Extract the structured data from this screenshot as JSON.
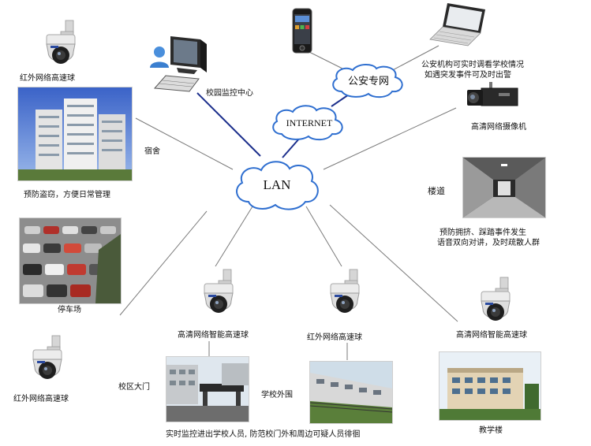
{
  "clouds": {
    "lan": "LAN",
    "internet": "INTERNET",
    "police": "公安专网"
  },
  "labels": {
    "dorm_camera": "红外网络高速球",
    "dorm": "宿舍",
    "dorm_desc": "预防盗窃，方便日常管理",
    "monitor_center": "校园监控中心",
    "police_desc_1": "公安机构可实时调看学校情况",
    "police_desc_2": "如遇突发事件可及时出警",
    "hd_camera": "高清网络摄像机",
    "corridor": "楼道",
    "corridor_desc_1": "预防拥挤、踩踏事件发生",
    "corridor_desc_2": "语音双向对讲，及时疏散人群",
    "parking": "停车场",
    "parking_camera": "红外网络高速球",
    "gate_camera": "高清网络智能高速球",
    "gate": "校区大门",
    "outside_camera": "红外网络高速球",
    "outside": "学校外围",
    "gate_desc": "实时监控进出学校人员, 防范校门外和周边可疑人员徘徊",
    "teach_camera": "高清网络智能高速球",
    "teach": "教学楼"
  },
  "colors": {
    "line": "#7a7a7a",
    "lan_link": "#1c2f8c",
    "cloud_stroke": "#2f6fd0",
    "cloud_fill": "#ffffff"
  }
}
